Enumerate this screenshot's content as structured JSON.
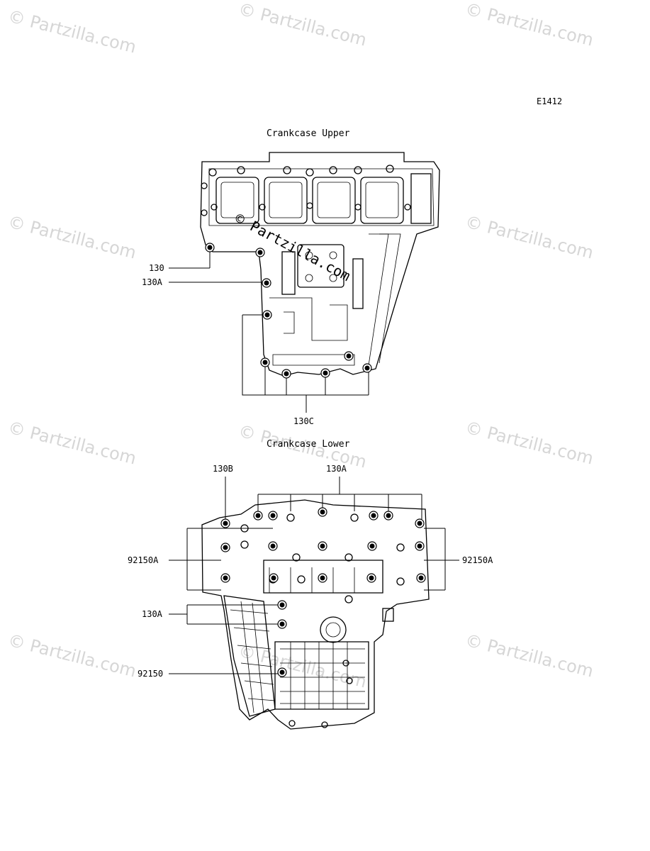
{
  "diagram": {
    "code": "E1412",
    "upper_title": "Crankcase Upper",
    "lower_title": "Crankcase Lower",
    "upper_labels": {
      "l130": "130",
      "l130a": "130A",
      "l130c": "130C"
    },
    "lower_labels": {
      "l130b": "130B",
      "l130a_top": "130A",
      "l92150a_left": "92150A",
      "l92150a_right": "92150A",
      "l130a_left": "130A",
      "l92150": "92150"
    },
    "watermark": "© Partzilla.com",
    "center_watermark": "© Partzilla.com"
  }
}
